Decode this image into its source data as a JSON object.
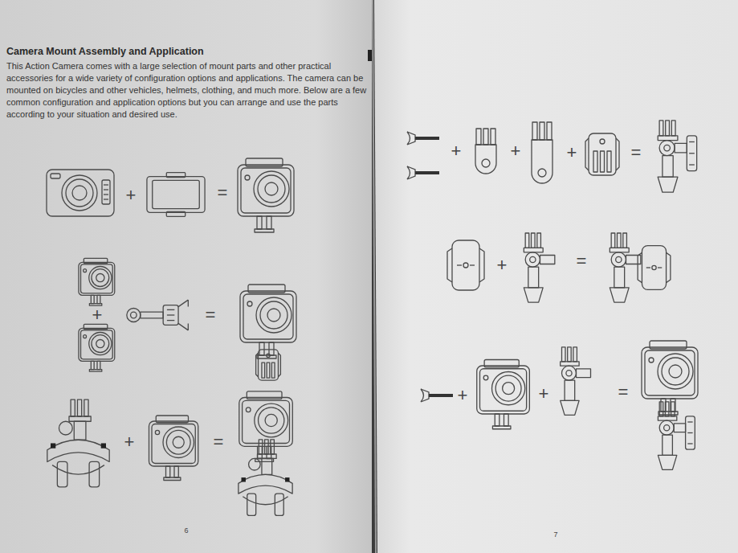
{
  "diagram": {
    "title": "Camera Mount Assembly and Application",
    "labels": [
      "This Action Camera comes with a large selection of mount parts and other practical accessories for a wide variety of configuration options and applications. The camera can be mounted on bicycles and other vehicles, helmets, clothing, and much more. Below are a few common configuration and application options but you can arrange and use the parts according to your situation and desired use.",
      "+",
      "=",
      "+",
      "=",
      "+",
      "=",
      "+",
      "+",
      "+",
      "=",
      "+",
      "=",
      "+",
      "+",
      "=",
      "6",
      "7"
    ]
  }
}
